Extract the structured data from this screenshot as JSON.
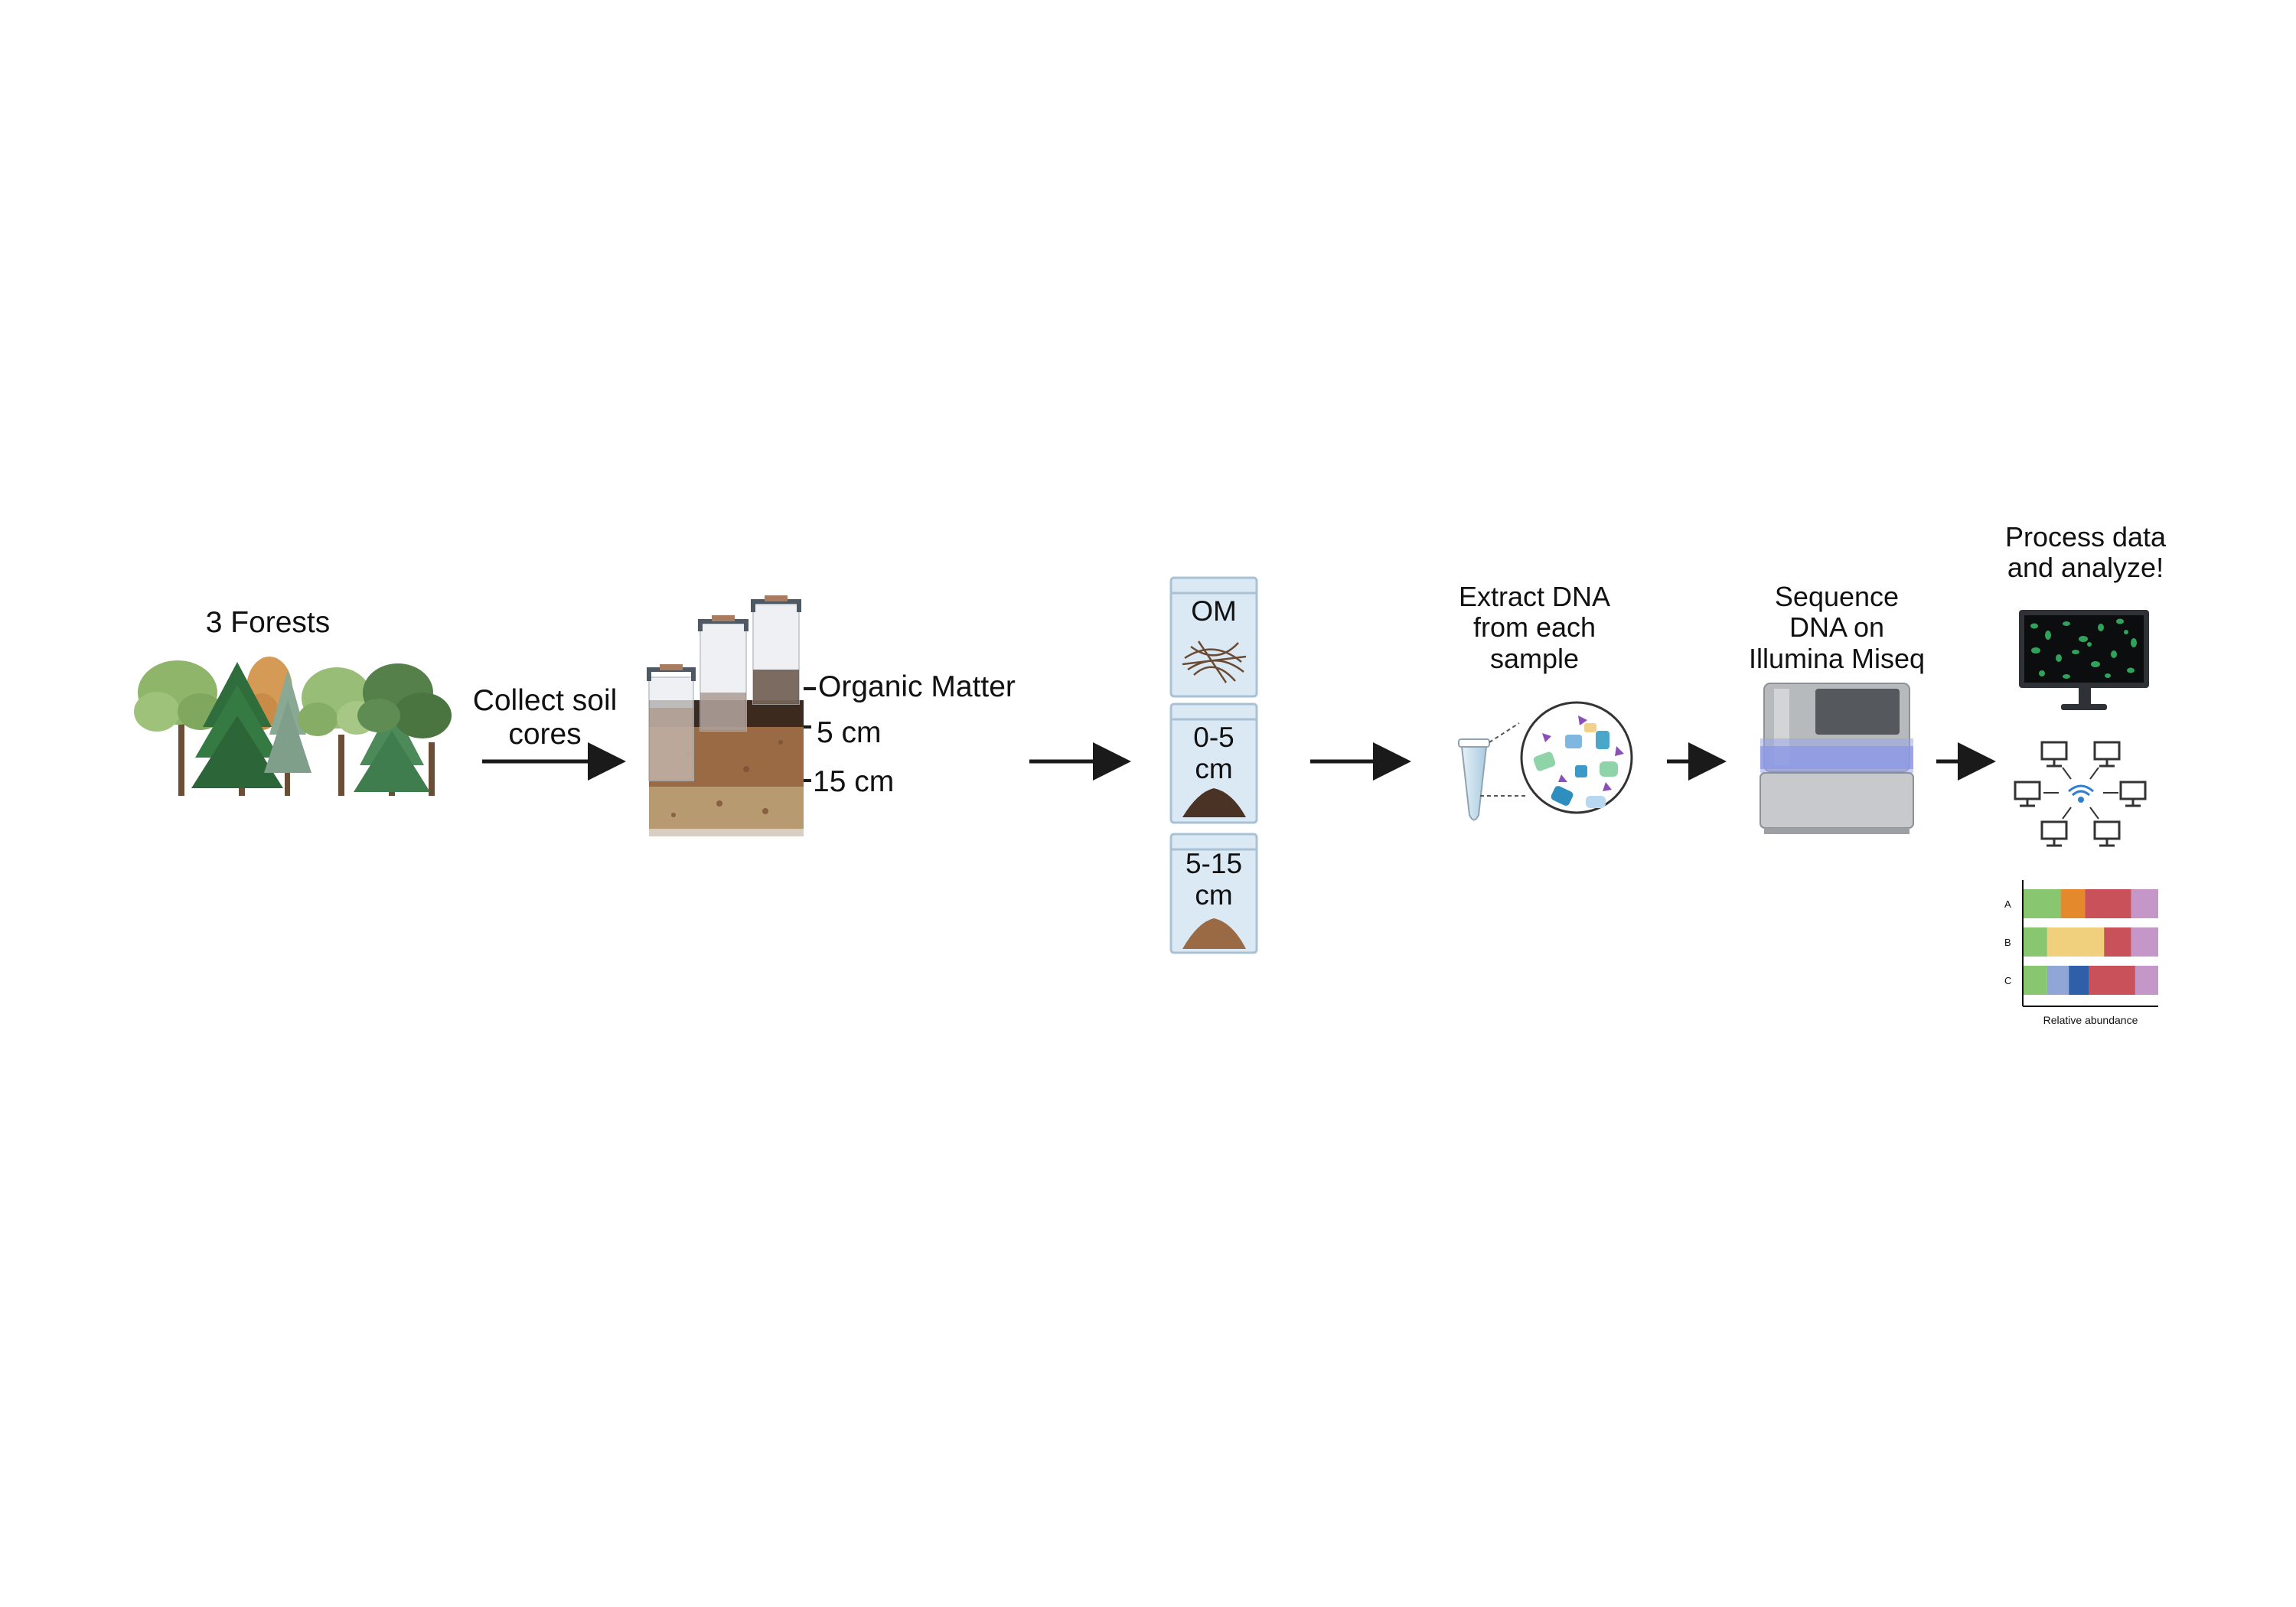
{
  "steps": {
    "forests": {
      "title": "3 Forests"
    },
    "collect": {
      "label_line1": "Collect soil",
      "label_line2": "cores"
    },
    "depth_marks": {
      "organic": "Organic Matter",
      "five": "5 cm",
      "fifteen": "15 cm"
    },
    "bags": [
      {
        "line1": "OM",
        "line2": ""
      },
      {
        "line1": "0-5",
        "line2": "cm"
      },
      {
        "line1": "5-15",
        "line2": "cm"
      }
    ],
    "extract": {
      "line1": "Extract DNA",
      "line2": "from each",
      "line3": "sample"
    },
    "sequence": {
      "line1": "Sequence",
      "line2": "DNA on",
      "line3": "Illumina Miseq"
    },
    "analyze": {
      "line1": "Process data",
      "line2": "and analyze!"
    }
  },
  "chart_data": {
    "type": "bar",
    "orientation": "horizontal-stacked",
    "categories": [
      "A",
      "B",
      "C"
    ],
    "xlabel": "Relative abundance",
    "colors": [
      "#88c66f",
      "#e5892d",
      "#f0cf7d",
      "#8fa6d6",
      "#2f5fa8",
      "#c9525a",
      "#c597c9"
    ],
    "stacks": [
      [
        {
          "c": 0,
          "v": 0.28
        },
        {
          "c": 1,
          "v": 0.18
        },
        {
          "c": 5,
          "v": 0.34
        },
        {
          "c": 6,
          "v": 0.2
        }
      ],
      [
        {
          "c": 0,
          "v": 0.18
        },
        {
          "c": 2,
          "v": 0.42
        },
        {
          "c": 5,
          "v": 0.2
        },
        {
          "c": 6,
          "v": 0.2
        }
      ],
      [
        {
          "c": 0,
          "v": 0.18
        },
        {
          "c": 3,
          "v": 0.16
        },
        {
          "c": 4,
          "v": 0.15
        },
        {
          "c": 5,
          "v": 0.34
        },
        {
          "c": 6,
          "v": 0.17
        }
      ]
    ]
  },
  "colors": {
    "arrow": "#1a1a1a",
    "soil_dark": "#4a3224",
    "soil_mid": "#9a6a45",
    "soil_light": "#b89a70",
    "bag": "#dbe9f4",
    "machine_accent": "#9aa6ea",
    "monitor_cells": "#2fa35a"
  },
  "icons": [
    "tree-icon",
    "soil-core-icon",
    "sample-bag-icon",
    "tube-icon",
    "dna-fragments-icon",
    "sequencer-icon",
    "monitor-icon",
    "network-icon"
  ]
}
